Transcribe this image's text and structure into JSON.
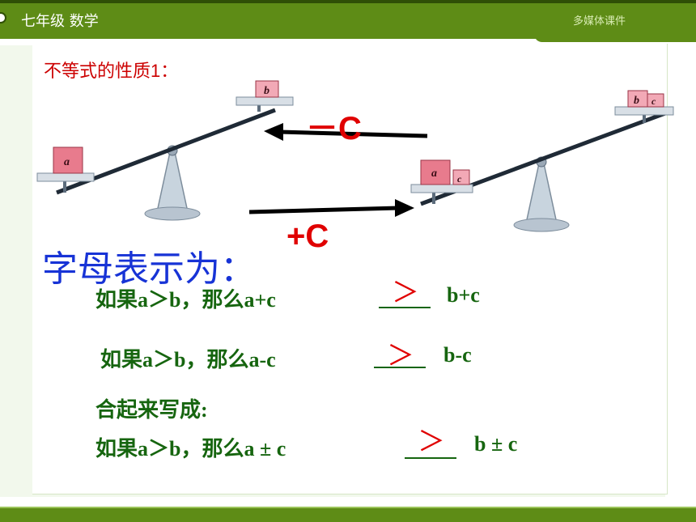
{
  "header": {
    "course": "七年级  数学",
    "label": "多媒体课件"
  },
  "heading": "不等式的性质1：",
  "operations": {
    "minus": "－C",
    "plus": "+C"
  },
  "balances": {
    "left": {
      "high_pan": "b",
      "low_pan": "a"
    },
    "right": {
      "high_pan_1": "b",
      "high_pan_2": "c",
      "low_pan_1": "a",
      "low_pan_2": "c"
    }
  },
  "sub_title": "字母表示为：",
  "lines": {
    "l1_text": "如果a＞b，那么a+c",
    "l1_answer": "＞",
    "l1_tail": "b+c",
    "l2_text": "如果a＞b，那么a-c",
    "l2_answer": "＞",
    "l2_tail": "b-c",
    "l3_text": "合起来写成:",
    "l4_text": "如果a＞b，那么a ± c",
    "l4_answer": "＞",
    "l4_tail": "b ± c"
  },
  "colors": {
    "bar_green": "#5e8c16",
    "answer_red": "#e00000",
    "text_green": "#16650f",
    "title_blue": "#1733d6"
  }
}
